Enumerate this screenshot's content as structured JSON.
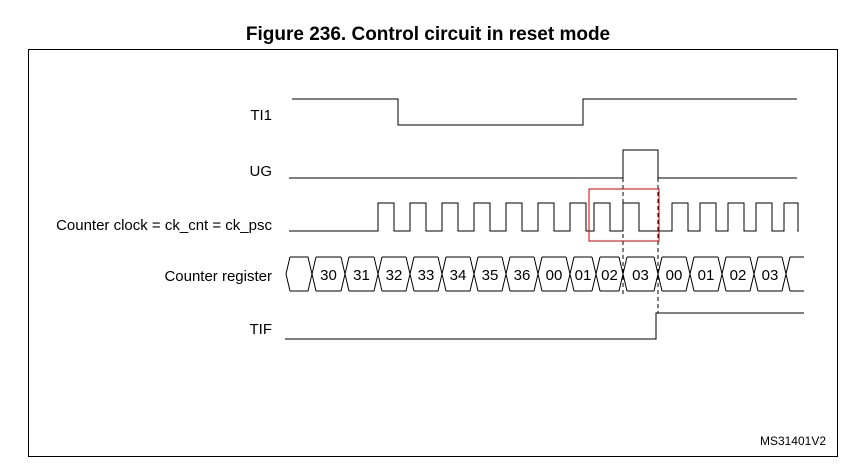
{
  "figure": {
    "title": "Figure 236. Control circuit in reset mode",
    "reference": "MS31401V2"
  },
  "signals": {
    "ti1": {
      "label": "TI1"
    },
    "ug": {
      "label": "UG"
    },
    "clock": {
      "label": "Counter clock = ck_cnt = ck_psc"
    },
    "counter": {
      "label": "Counter register"
    },
    "tif": {
      "label": "TIF"
    }
  },
  "counter_values": [
    "30",
    "31",
    "32",
    "33",
    "34",
    "35",
    "36",
    "00",
    "01",
    "02",
    "03",
    "00",
    "01",
    "02",
    "03"
  ],
  "colors": {
    "signal": "#000000",
    "highlight": "#cc0000"
  }
}
